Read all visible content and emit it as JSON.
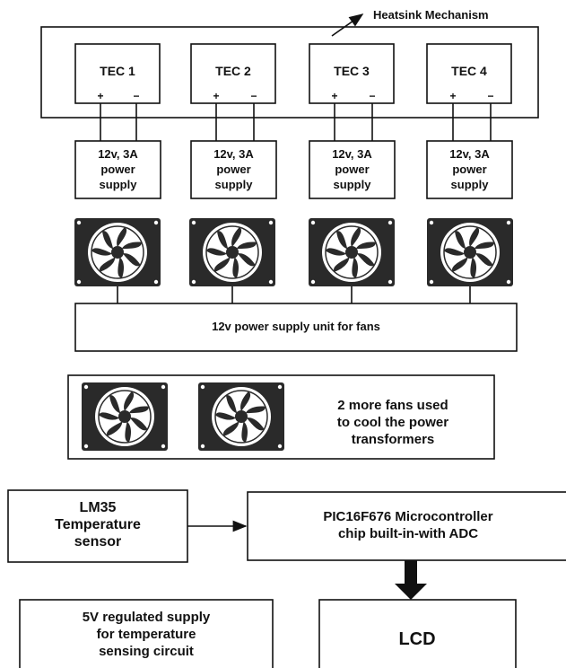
{
  "heatsink": {
    "label": "Heatsink Mechanism"
  },
  "tec_units": [
    {
      "name": "TEC 1",
      "plus": "+",
      "minus": "−",
      "supply_lines": [
        "12v, 3A",
        "power",
        "supply"
      ]
    },
    {
      "name": "TEC 2",
      "plus": "+",
      "minus": "−",
      "supply_lines": [
        "12v, 3A",
        "power",
        "supply"
      ]
    },
    {
      "name": "TEC 3",
      "plus": "+",
      "minus": "−",
      "supply_lines": [
        "12v, 3A",
        "power",
        "supply"
      ]
    },
    {
      "name": "TEC 4",
      "plus": "+",
      "minus": "−",
      "supply_lines": [
        "12v, 3A",
        "power",
        "supply"
      ]
    }
  ],
  "fan_psu": {
    "label": "12v power supply unit for fans"
  },
  "transformer_fans": {
    "lines": [
      "2 more fans used",
      "to cool the power",
      "transformers"
    ]
  },
  "sensor": {
    "lines": [
      "LM35",
      "Temperature",
      "sensor"
    ]
  },
  "microcontroller": {
    "lines": [
      "PIC16F676 Microcontroller",
      "chip built-in-with ADC"
    ]
  },
  "regulated_supply": {
    "lines": [
      "5V regulated supply",
      "for temperature",
      "sensing circuit"
    ]
  },
  "lcd": {
    "label": "LCD"
  },
  "icons": {
    "fan": "fan-icon"
  },
  "colors": {
    "stroke": "#111111",
    "fan_housing": "#2a2a2a",
    "background": "#ffffff"
  }
}
